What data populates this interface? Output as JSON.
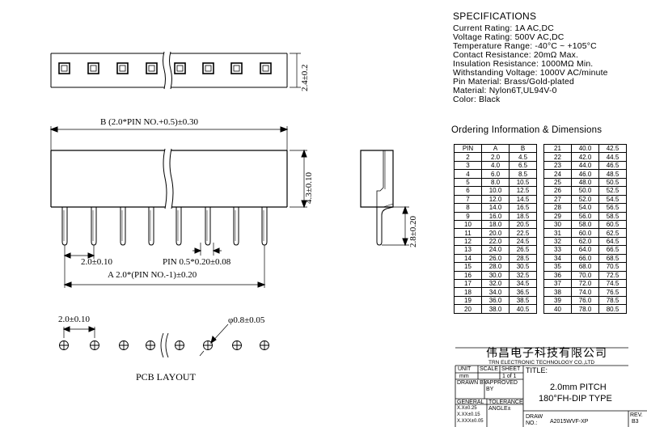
{
  "specifications": {
    "title": "SPECIFICATIONS",
    "lines": [
      "Current Rating: 1A AC,DC",
      "Voltage Rating: 500V AC,DC",
      "Temperature Range: -40°C ~ +105°C",
      "Contact Resistance: 20mΩ Max.",
      "Insulation Resistance: 1000MΩ Min.",
      "Withstanding Voltage: 1000V AC/minute",
      "Pin Material: Brass/Gold-plated",
      "Material: Nylon6T,UL94V-0",
      "Color: Black"
    ]
  },
  "ordering": {
    "title": "Ordering Information & Dimensions",
    "headers": [
      "PIN",
      "A",
      "B"
    ],
    "left_rows": [
      [
        "2",
        "2.0",
        "4.5"
      ],
      [
        "3",
        "4.0",
        "6.5"
      ],
      [
        "4",
        "6.0",
        "8.5"
      ],
      [
        "5",
        "8.0",
        "10.5"
      ],
      [
        "6",
        "10.0",
        "12.5"
      ],
      [
        "7",
        "12.0",
        "14.5"
      ],
      [
        "8",
        "14.0",
        "16.5"
      ],
      [
        "9",
        "16.0",
        "18.5"
      ],
      [
        "10",
        "18.0",
        "20.5"
      ],
      [
        "11",
        "20.0",
        "22.5"
      ],
      [
        "12",
        "22.0",
        "24.5"
      ],
      [
        "13",
        "24.0",
        "26.5"
      ],
      [
        "14",
        "26.0",
        "28.5"
      ],
      [
        "15",
        "28.0",
        "30.5"
      ],
      [
        "16",
        "30.0",
        "32.5"
      ],
      [
        "17",
        "32.0",
        "34.5"
      ],
      [
        "18",
        "34.0",
        "36.5"
      ],
      [
        "19",
        "36.0",
        "38.5"
      ],
      [
        "20",
        "38.0",
        "40.5"
      ]
    ],
    "right_rows": [
      [
        "21",
        "40.0",
        "42.5"
      ],
      [
        "22",
        "42.0",
        "44.5"
      ],
      [
        "23",
        "44.0",
        "46.5"
      ],
      [
        "24",
        "46.0",
        "48.5"
      ],
      [
        "25",
        "48.0",
        "50.5"
      ],
      [
        "26",
        "50.0",
        "52.5"
      ],
      [
        "27",
        "52.0",
        "54.5"
      ],
      [
        "28",
        "54.0",
        "56.5"
      ],
      [
        "29",
        "56.0",
        "58.5"
      ],
      [
        "30",
        "58.0",
        "60.5"
      ],
      [
        "31",
        "60.0",
        "62.5"
      ],
      [
        "32",
        "62.0",
        "64.5"
      ],
      [
        "33",
        "64.0",
        "66.5"
      ],
      [
        "34",
        "66.0",
        "68.5"
      ],
      [
        "35",
        "68.0",
        "70.5"
      ],
      [
        "36",
        "70.0",
        "72.5"
      ],
      [
        "37",
        "72.0",
        "74.5"
      ],
      [
        "38",
        "74.0",
        "76.5"
      ],
      [
        "39",
        "76.0",
        "78.5"
      ],
      [
        "40",
        "78.0",
        "80.5"
      ]
    ]
  },
  "dimensions": {
    "b_length": "B  (2.0*PIN NO.+0.5)±0.30",
    "a_length": "A  2.0*(PIN NO.-1)±0.20",
    "pitch": "2.0±0.10",
    "pin_size": "PIN 0.5*0.20±0.08",
    "height_top": "2.4±0.2",
    "height_body": "4.3±0.10",
    "pin_length": "2.8±0.20",
    "layout_pitch": "2.0±0.10",
    "hole_dia": "φ0.8±0.05",
    "layout_title": "PCB LAYOUT"
  },
  "title_block": {
    "company_cn": "伟昌电子科技有限公司",
    "company_en": "TRN ELECTRONIC TECHNOLOGY CO.,LTD",
    "unit_label": "UNIT",
    "scale_label": "SCALE",
    "sheet_label": "SHEET",
    "title_label": "TITLE:",
    "unit_value": "mm",
    "sheet_value": "1 of 1",
    "drawn_by": "DRAWN BY",
    "approved_by": "APPROVED BY",
    "general_label": "GENERAL",
    "tolerance_label": "TOLERANCE",
    "tol_1": "X.X±0.25",
    "tol_2": "X.XX±0.15",
    "tol_3": "X.XXX±0.05",
    "angle": "ANGLE±",
    "title_line1": "2.0mm PITCH",
    "title_line2": "180°FH-DIP TYPE",
    "draw_no_label": "DRAW NO.:",
    "draw_no": "A2015WVF-XP",
    "rev_label": "REV.",
    "rev": "B3"
  }
}
